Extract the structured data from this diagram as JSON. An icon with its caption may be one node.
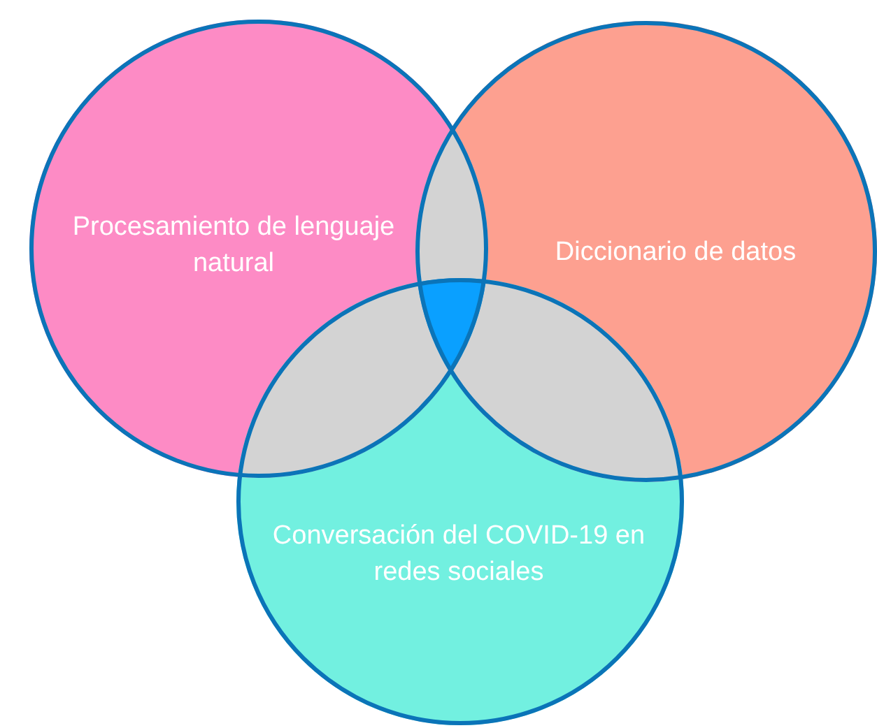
{
  "diagram": {
    "nodes": [
      {
        "text": [
          "Procesamiento de lenguaje natural"
        ]
      },
      {
        "text": [
          "Diccionario de datos"
        ]
      },
      {
        "text": [
          "Conversación del COVID-19 en redes sociales"
        ]
      }
    ]
  }
}
